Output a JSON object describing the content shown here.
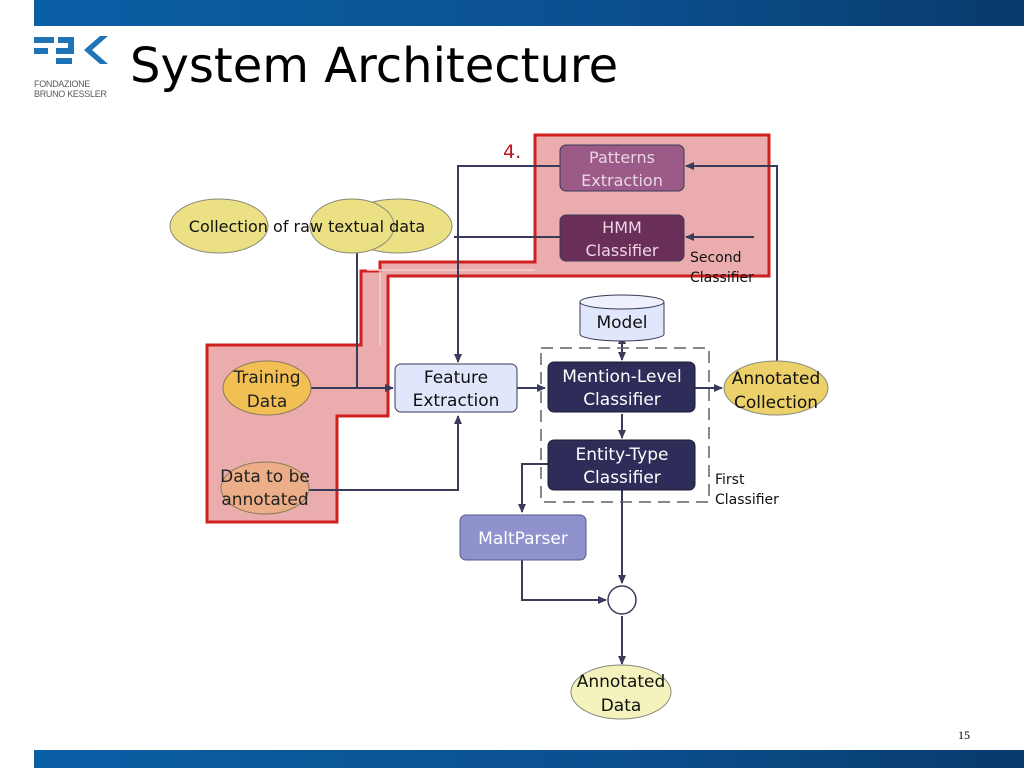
{
  "slide": {
    "title": "System Architecture",
    "page_number": "15",
    "logo_text": "FONDAZIONE\nBRUNO KESSLER",
    "colors": {
      "header_bar": "#0b4f8e",
      "highlight_region": "#e8a0a0",
      "highlight_border": "#d01f1f",
      "dark_box": "#2e2d5a",
      "light_box": "#e0e6fb",
      "maltparser_box": "#8f92cc",
      "ellipse": "#ecd97a"
    }
  },
  "diagram": {
    "step_label": "4.",
    "nodes": {
      "patterns_extraction": [
        "Patterns",
        "Extraction"
      ],
      "hmm_classifier": [
        "HMM",
        "Classifier"
      ],
      "collection_raw": [
        "Collection of raw textual data"
      ],
      "training_data": [
        "Training",
        "Data"
      ],
      "data_to_annotate": [
        "Data to be",
        "annotated"
      ],
      "feature_extraction": [
        "Feature",
        "Extraction"
      ],
      "model": [
        "Model"
      ],
      "mention_level": [
        "Mention-Level",
        "Classifier"
      ],
      "annotated_collection": [
        "Annotated",
        "Collection"
      ],
      "entity_type": [
        "Entity-Type",
        "Classifier"
      ],
      "maltparser": [
        "MaltParser"
      ],
      "annotated_data": [
        "Annotated",
        "Data"
      ]
    },
    "labels": {
      "second_classifier": [
        "Second",
        "Classifier"
      ],
      "first_classifier": [
        "First",
        "Classifier"
      ]
    }
  }
}
